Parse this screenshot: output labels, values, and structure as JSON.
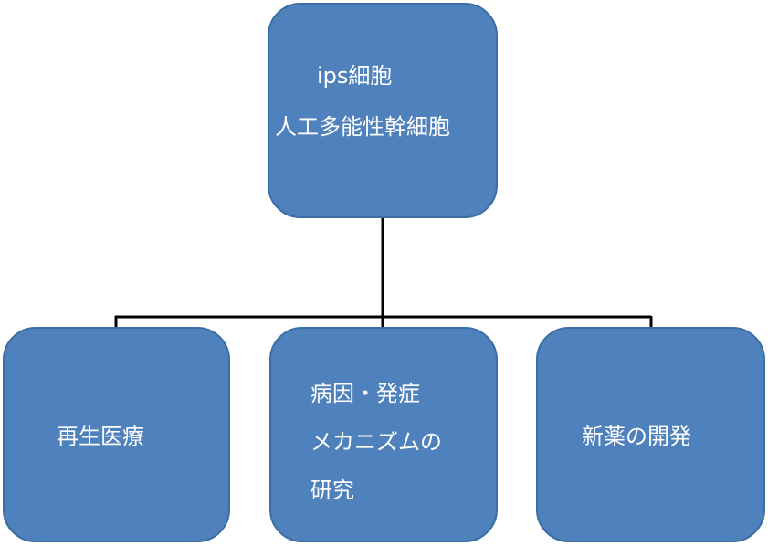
{
  "diagram": {
    "root": {
      "lines": [
        "ips細胞",
        "人工多能性幹細胞"
      ]
    },
    "children": [
      {
        "lines": [
          "再生医療"
        ]
      },
      {
        "lines": [
          "病因・発症",
          "メカニズムの",
          "研究"
        ]
      },
      {
        "lines": [
          "新薬の開発"
        ]
      }
    ]
  },
  "colors": {
    "node_fill": "#4f81bd",
    "node_border": "#3a6ea5",
    "node_text": "#ffffff",
    "connector": "#000000",
    "background": "#ffffff"
  }
}
